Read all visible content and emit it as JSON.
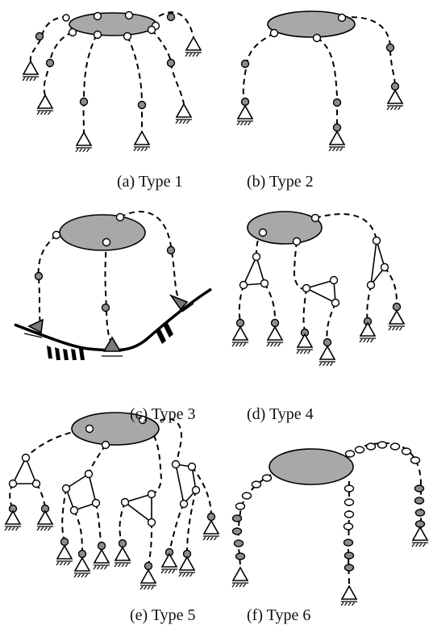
{
  "figure": {
    "captions": {
      "a": "(a) Type 1",
      "b": "(b) Type 2",
      "c": "(c) Type 3",
      "d": "(d) Type 4",
      "e": "(e) Type 5",
      "f": "(f) Type 6"
    }
  },
  "colors": {
    "platform": "#a8a8a8",
    "joint_gray": "#8c8c8c",
    "joint_white": "#ffffff",
    "terrain_support": "#7a7a7a"
  }
}
